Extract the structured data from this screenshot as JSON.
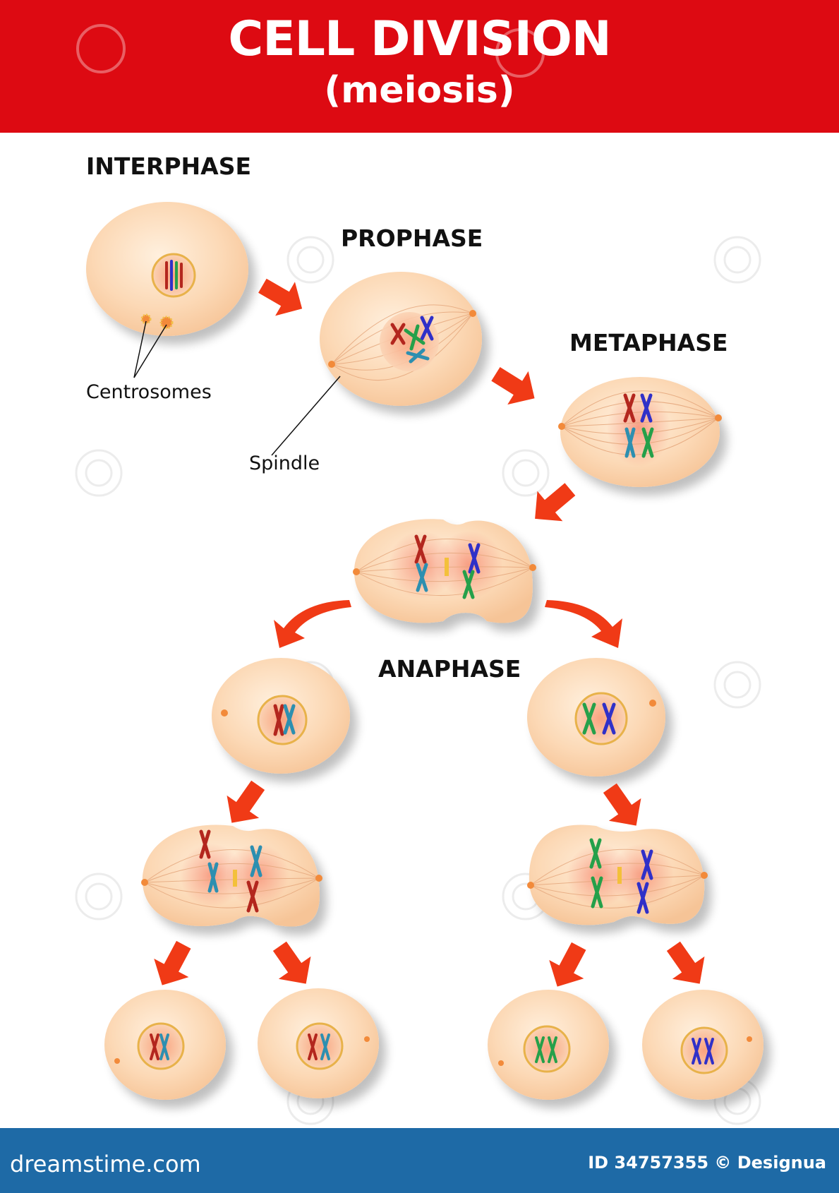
{
  "header": {
    "title": "CELL DIVISION",
    "subtitle": "(meiosis)",
    "bg_color": "#dd0a12"
  },
  "stages": {
    "interphase": "INTERPHASE",
    "prophase": "PROPHASE",
    "metaphase": "METAPHASE",
    "anaphase": "ANAPHASE"
  },
  "callouts": {
    "centrosomes": "Centrosomes",
    "spindle": "Spindle"
  },
  "colors": {
    "cell_fill": "#fcd6b0",
    "nucleus": "#f6b48e",
    "arrow": "#f03a16",
    "chrom_red": "#b3261e",
    "chrom_blue": "#3030c8",
    "chrom_green": "#25a04a",
    "chrom_teal": "#2d8fb0"
  },
  "footer": {
    "site": "dreamstime.com",
    "id_text": "ID 34757355 © Designua",
    "bg_color": "#1e6aa6"
  }
}
